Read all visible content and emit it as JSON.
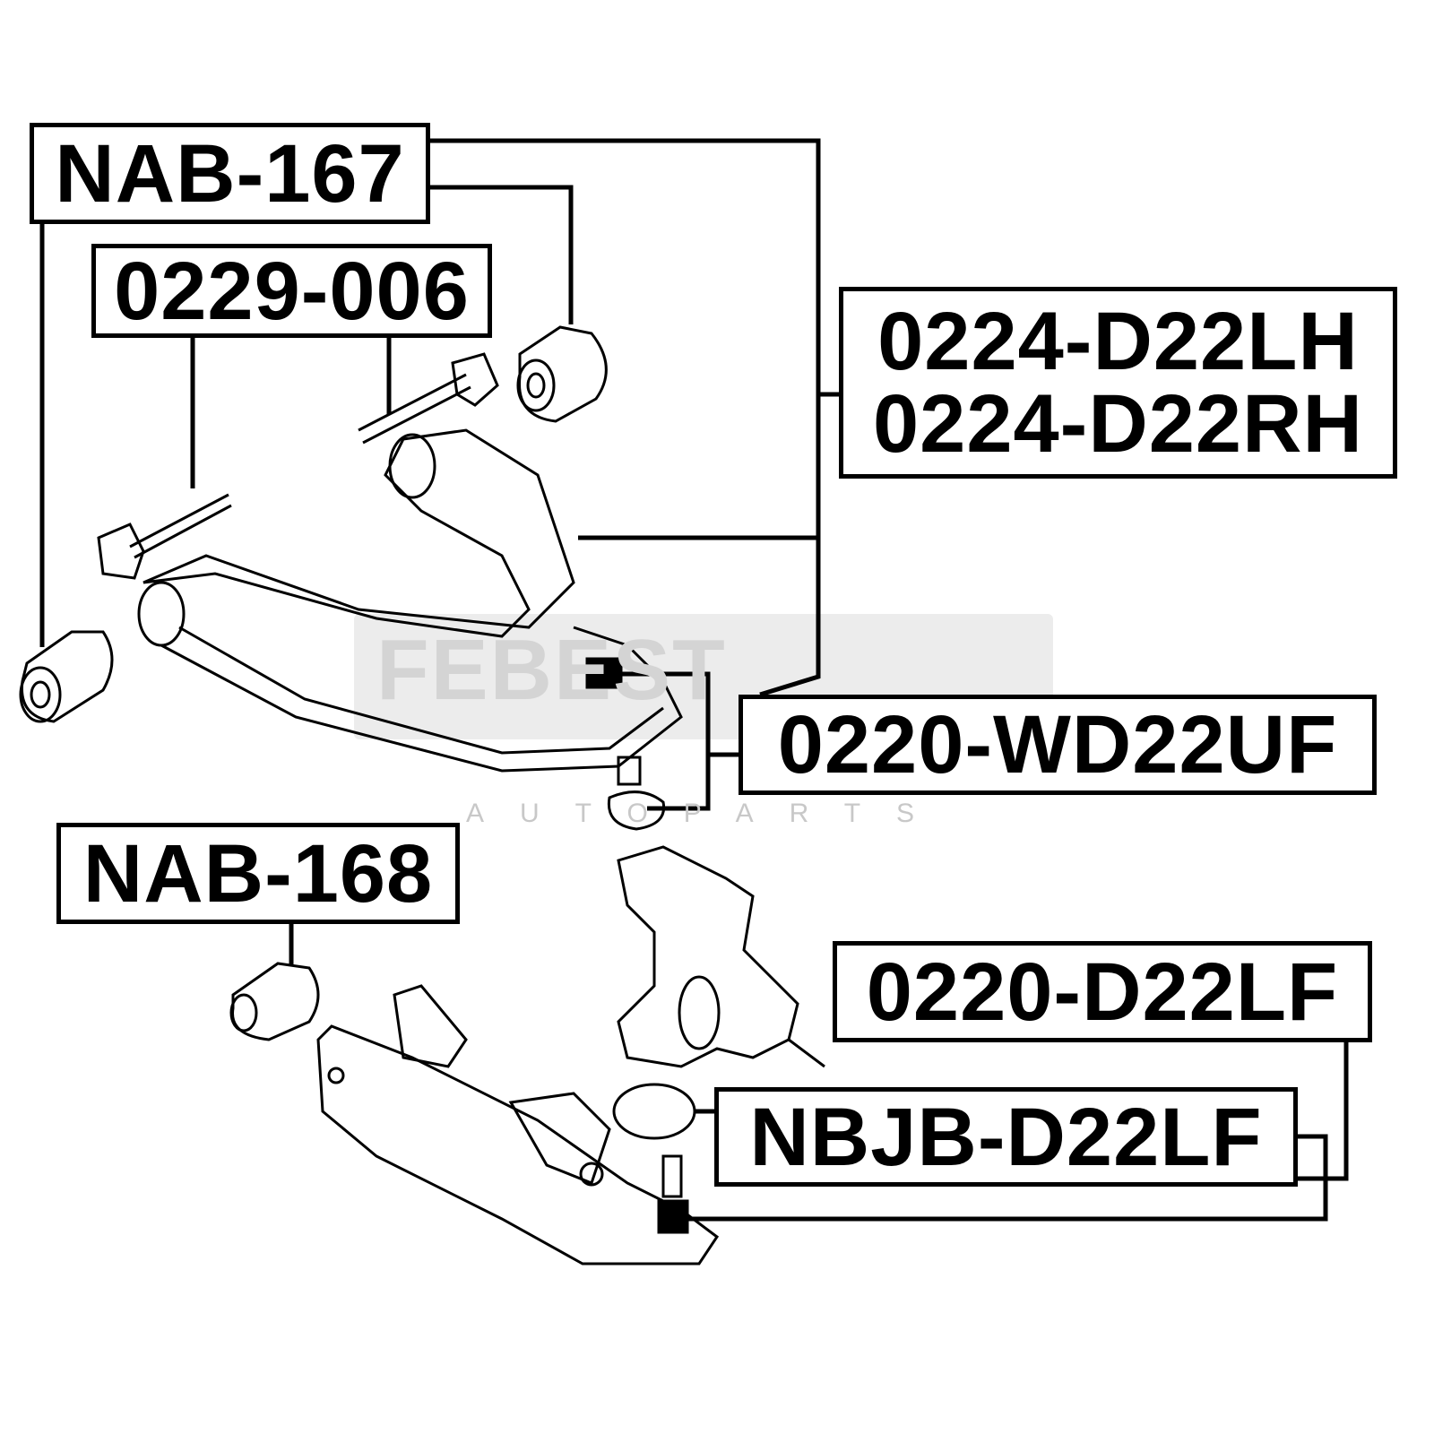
{
  "watermark": {
    "brand": "FEBEST",
    "sub": "AUTOPARTS"
  },
  "labels": {
    "nab167": "NAB-167",
    "p0229": "0229-006",
    "p0224lh": "0224-D22LH",
    "p0224rh": "0224-D22RH",
    "p0220wd": "0220-WD22UF",
    "nab168": "NAB-168",
    "p0220lf": "0220-D22LF",
    "nbjb": "NBJB-D22LF"
  }
}
